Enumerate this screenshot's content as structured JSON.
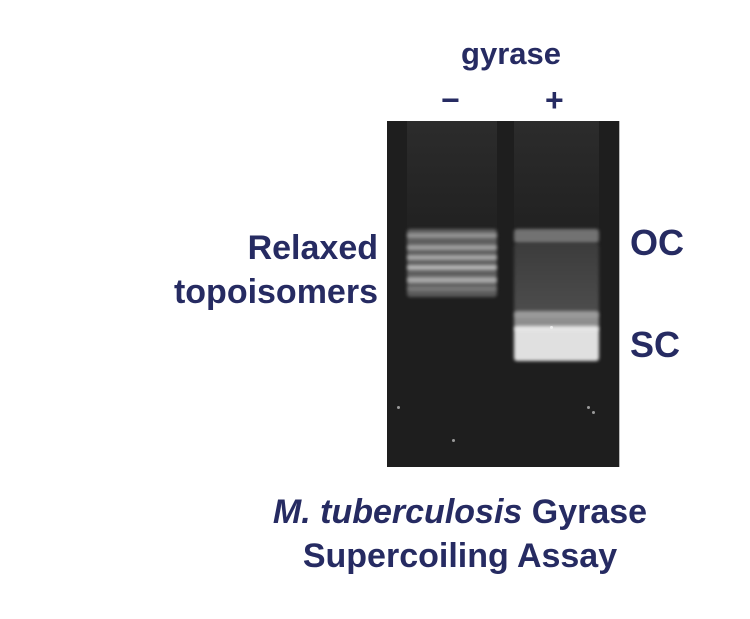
{
  "header": {
    "enzyme": "gyrase",
    "lanes": [
      "−",
      "+"
    ]
  },
  "labels": {
    "relaxed_line1": "Relaxed",
    "relaxed_line2": "topoisomers",
    "oc": "OC",
    "sc": "SC"
  },
  "caption": {
    "organism": "M. tuberculosis",
    "line1_rest": " Gyrase",
    "line2": "Supercoiling Assay"
  },
  "gel": {
    "background_color": "#1e1e1e",
    "lanes": [
      {
        "treatment": "−",
        "bands": [
          "relaxed topoisomer ladder"
        ]
      },
      {
        "treatment": "+",
        "bands": [
          "OC",
          "SC"
        ]
      }
    ]
  },
  "colors": {
    "text": "#262b62",
    "background": "#ffffff"
  }
}
